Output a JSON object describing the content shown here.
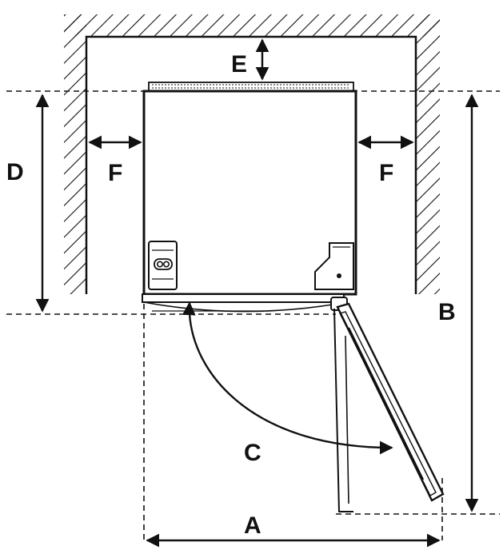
{
  "labels": {
    "a": "A",
    "b": "B",
    "c": "C",
    "d": "D",
    "e": "E",
    "f_left": "F",
    "f_right": "F"
  },
  "colors": {
    "ink": "#111111",
    "background": "#ffffff",
    "fridge_fill": "#ffffff"
  }
}
